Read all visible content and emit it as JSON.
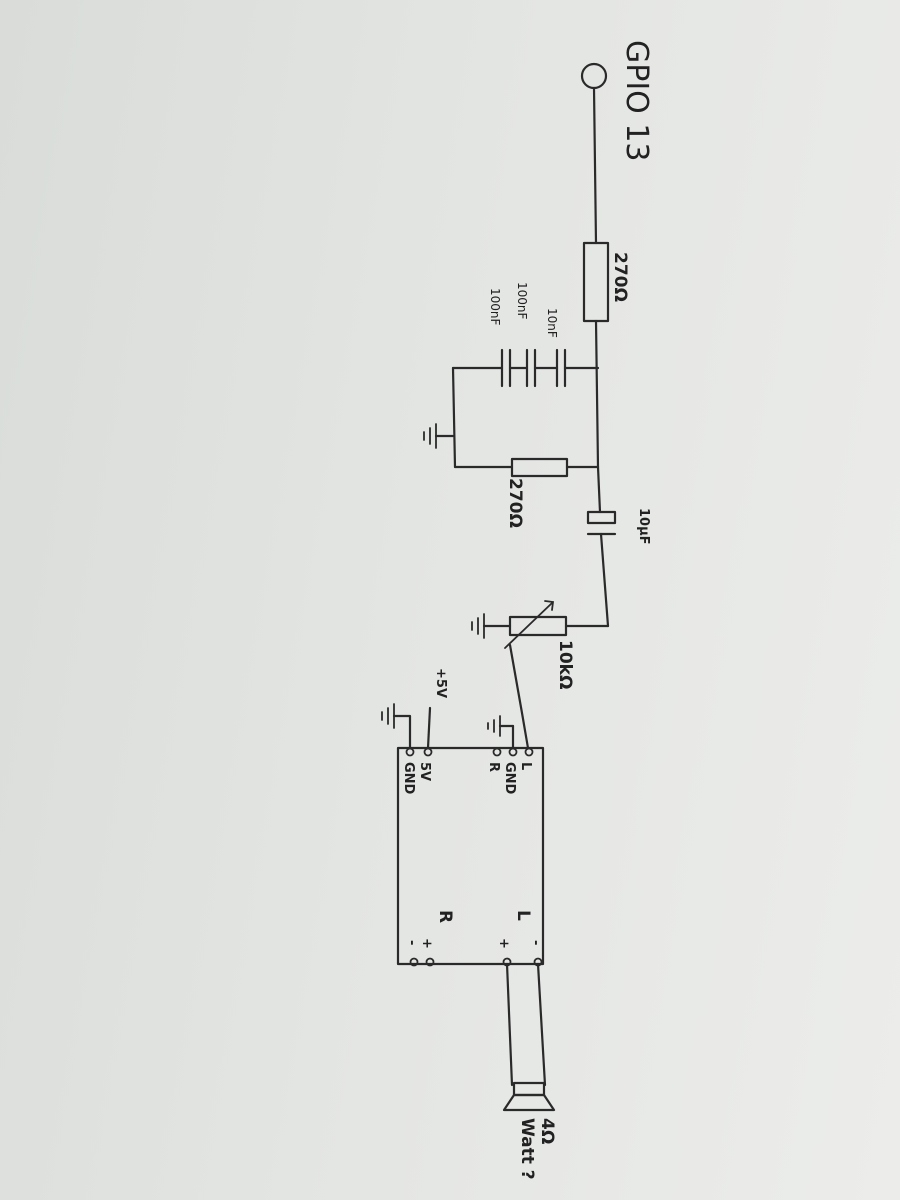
{
  "labels": {
    "gpio": "GPIO 13",
    "r1": "270Ω",
    "c1": "10nF",
    "c2": "100nF",
    "c3": "100nF",
    "r2": "270Ω",
    "c4": "10µF",
    "pot": "10kΩ",
    "vcc": "+5V",
    "speaker_ohm": "4Ω",
    "speaker_watt": "Watt ?"
  },
  "module": {
    "pin_l": "L",
    "pin_gnd_in": "GND",
    "pin_r": "R",
    "pin_5v": "5V",
    "pin_gnd_pwr": "GND",
    "out_l": "L",
    "out_r": "R",
    "out_minus": "-",
    "out_plus": "+"
  }
}
